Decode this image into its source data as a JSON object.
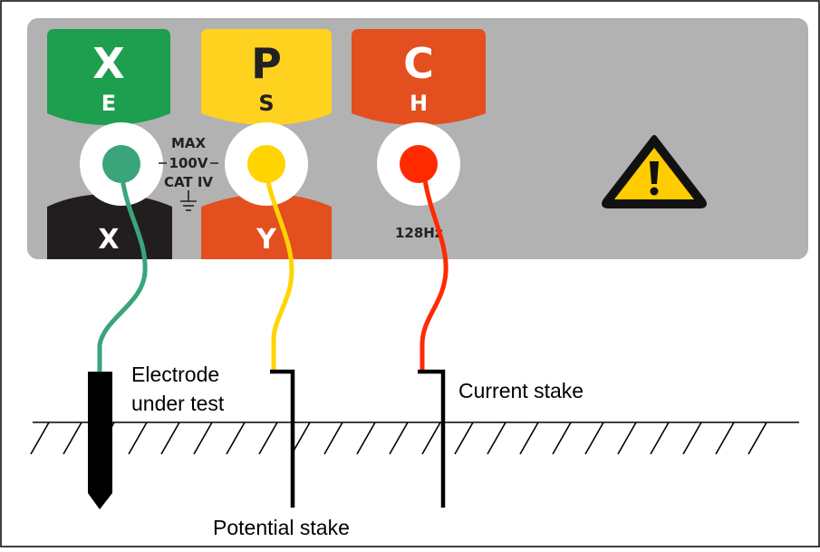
{
  "terminals": [
    {
      "id": "X",
      "top": "X",
      "sub": "E",
      "bottom": "X",
      "top_color": "#1e9e4f",
      "bottom_color": "#221e1f",
      "dot_color": "#3aa57a",
      "lead_color": "#3aa57a"
    },
    {
      "id": "P",
      "top": "P",
      "sub": "S",
      "bottom": "Y",
      "top_color": "#ffd21f",
      "bottom_color": "#e34f1f",
      "dot_color": "#ffd400",
      "lead_color": "#ffd400"
    },
    {
      "id": "C",
      "top": "C",
      "sub": "H",
      "bottom": "",
      "top_color": "#e34f1f",
      "bottom_color": "",
      "dot_color": "#ff2a00",
      "lead_color": "#ff2a00"
    }
  ],
  "rating": {
    "line1": "MAX",
    "line2": "100V",
    "line3": "CAT IV"
  },
  "frequency": "128Hz",
  "warning_icon": "warning-triangle-icon",
  "panel_color": "#b2b2b2",
  "labels": {
    "electrode": [
      "Electrode",
      "under test"
    ],
    "potential": "Potential stake",
    "current": "Current stake"
  }
}
